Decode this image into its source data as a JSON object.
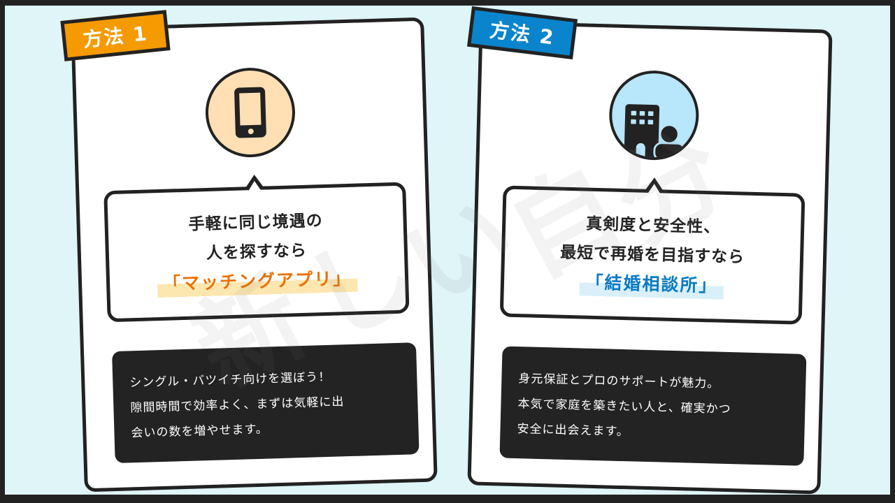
{
  "watermark": [
    "新",
    "し",
    "い",
    "自",
    "分"
  ],
  "methods": [
    {
      "tag": "方法 1",
      "tag_color": "#f59a00",
      "icon": "smartphone-icon",
      "icon_bg": "#ffdfb3",
      "lines": [
        "手軽に同じ境遇の",
        "人を探すなら"
      ],
      "highlight": "「マッチングアプリ」",
      "highlight_color": "#ec7000",
      "description": [
        "シングル・バツイチ向けを選ぼう！",
        "隙間時間で効率よく、まずは気軽に出",
        "会いの数を増やせます。"
      ]
    },
    {
      "tag": "方法 2",
      "tag_color": "#0a84cc",
      "icon": "office-building-person-icon",
      "icon_bg": "#b8e6fb",
      "lines": [
        "真剣度と安全性、",
        "最短で再婚を目指すなら"
      ],
      "highlight": "「結婚相談所」",
      "highlight_color": "#0a7ac4",
      "description": [
        "身元保証とプロのサポートが魅力。",
        "本気で家庭を築きたい人と、確実かつ",
        "安全に出会えます。"
      ]
    }
  ]
}
